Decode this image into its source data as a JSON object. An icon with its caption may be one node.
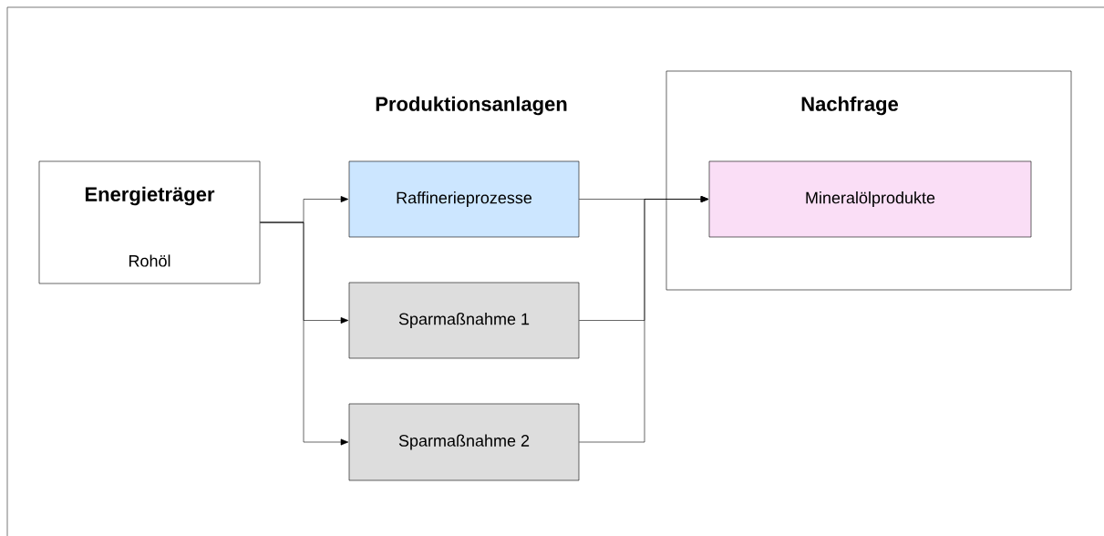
{
  "diagram": {
    "nodes": [
      {
        "text": [
          "Energieträger",
          "Rohöl"
        ]
      },
      {
        "text": [
          "Raffinerieprozesse"
        ]
      },
      {
        "text": [
          "Sparmaßnahme 1"
        ]
      },
      {
        "text": [
          "Sparmaßnahme 2"
        ]
      },
      {
        "text": [
          "Nachfrage"
        ]
      },
      {
        "text": [
          "Mineralölprodukte"
        ],
        "in": 4
      }
    ],
    "edges": [
      {
        "from": 0,
        "to": 1,
        "arrow": "to"
      },
      {
        "from": 0,
        "to": 2,
        "arrow": "to"
      },
      {
        "from": 0,
        "to": 3,
        "arrow": "to"
      },
      {
        "from": 1,
        "to": 5,
        "arrow": "to"
      },
      {
        "from": 2,
        "to": 5,
        "arrow": "to"
      },
      {
        "from": 3,
        "to": 5,
        "arrow": "to"
      }
    ],
    "labels": [
      "Produktionsanlagen"
    ]
  }
}
